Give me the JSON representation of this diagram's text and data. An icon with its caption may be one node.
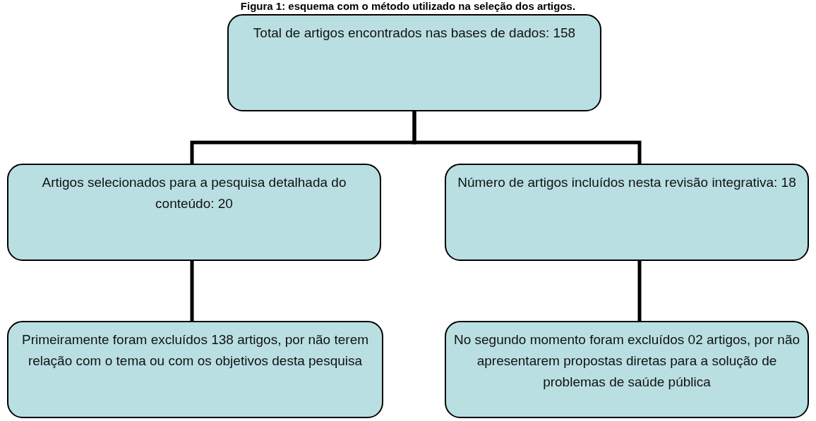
{
  "diagram": {
    "title": "Figura 1: esquema com o método utilizado na seleção dos artigos.",
    "nodes": [
      {
        "text": [
          "Total de artigos encontrados nas bases de dados: 158"
        ]
      },
      {
        "text": [
          "Artigos selecionados para a pesquisa detalhada do conteúdo: 20"
        ]
      },
      {
        "text": [
          "Número de artigos incluídos nesta revisão integrativa: 18"
        ]
      },
      {
        "text": [
          "Primeiramente foram excluídos 138 artigos, por não terem relação com o tema ou com os objetivos desta pesquisa"
        ]
      },
      {
        "text": [
          "No segundo momento foram excluídos 02 artigos, por não apresentarem propostas diretas para a solução de problemas de saúde pública"
        ]
      }
    ],
    "edges": [
      {
        "from": 0,
        "to": 1,
        "arrow": "none"
      },
      {
        "from": 0,
        "to": 2,
        "arrow": "none"
      },
      {
        "from": 1,
        "to": 3,
        "arrow": "none"
      },
      {
        "from": 2,
        "to": 4,
        "arrow": "none"
      }
    ]
  }
}
